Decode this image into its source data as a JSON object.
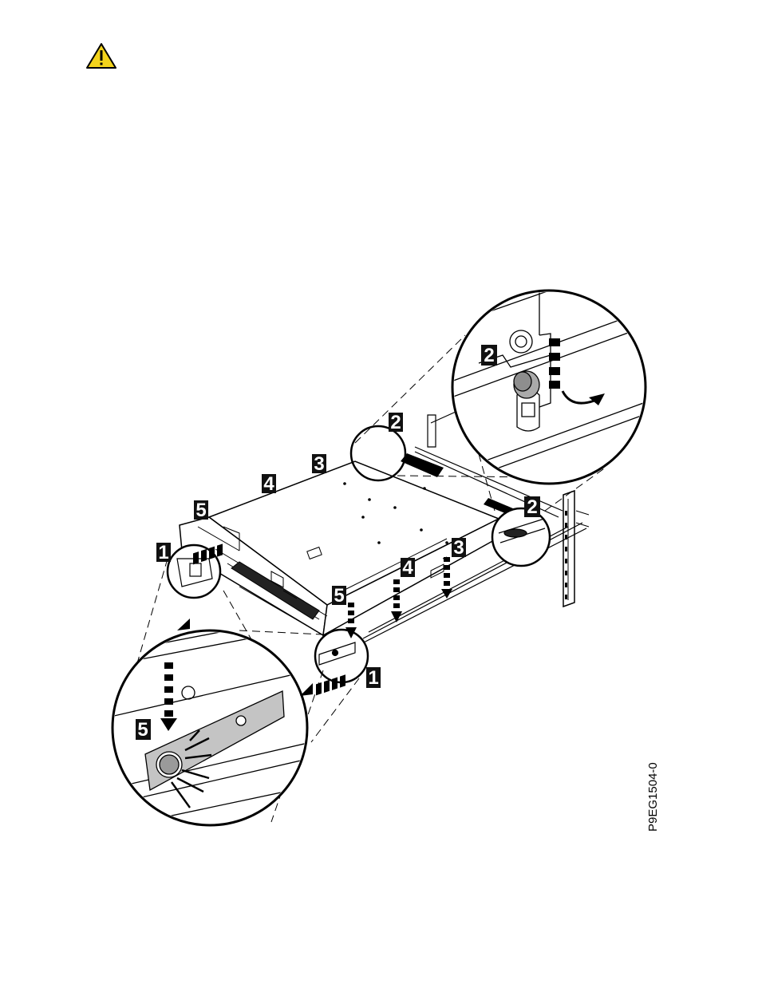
{
  "warning_icon": {
    "name": "caution-triangle-icon",
    "fill": "#f3d31c",
    "stroke": "#000000",
    "glyph": "!"
  },
  "figure_id": "P9EG1504-0",
  "step_labels": [
    {
      "name": "step-label-2-zoom",
      "text": "2"
    },
    {
      "name": "step-label-2-top",
      "text": "2"
    },
    {
      "name": "step-label-3-top",
      "text": "3"
    },
    {
      "name": "step-label-4-top",
      "text": "4"
    },
    {
      "name": "step-label-5-top",
      "text": "5"
    },
    {
      "name": "step-label-1-left",
      "text": "1"
    },
    {
      "name": "step-label-2-right",
      "text": "2"
    },
    {
      "name": "step-label-3-right",
      "text": "3"
    },
    {
      "name": "step-label-4-right",
      "text": "4"
    },
    {
      "name": "step-label-5-right",
      "text": "5"
    },
    {
      "name": "step-label-1-right",
      "text": "1"
    },
    {
      "name": "step-label-5-zoom",
      "text": "5"
    }
  ],
  "colors": {
    "ink": "#000000",
    "label_bg": "#111111",
    "plate": "#bfbfbf",
    "pin": "#9a9a9a"
  }
}
